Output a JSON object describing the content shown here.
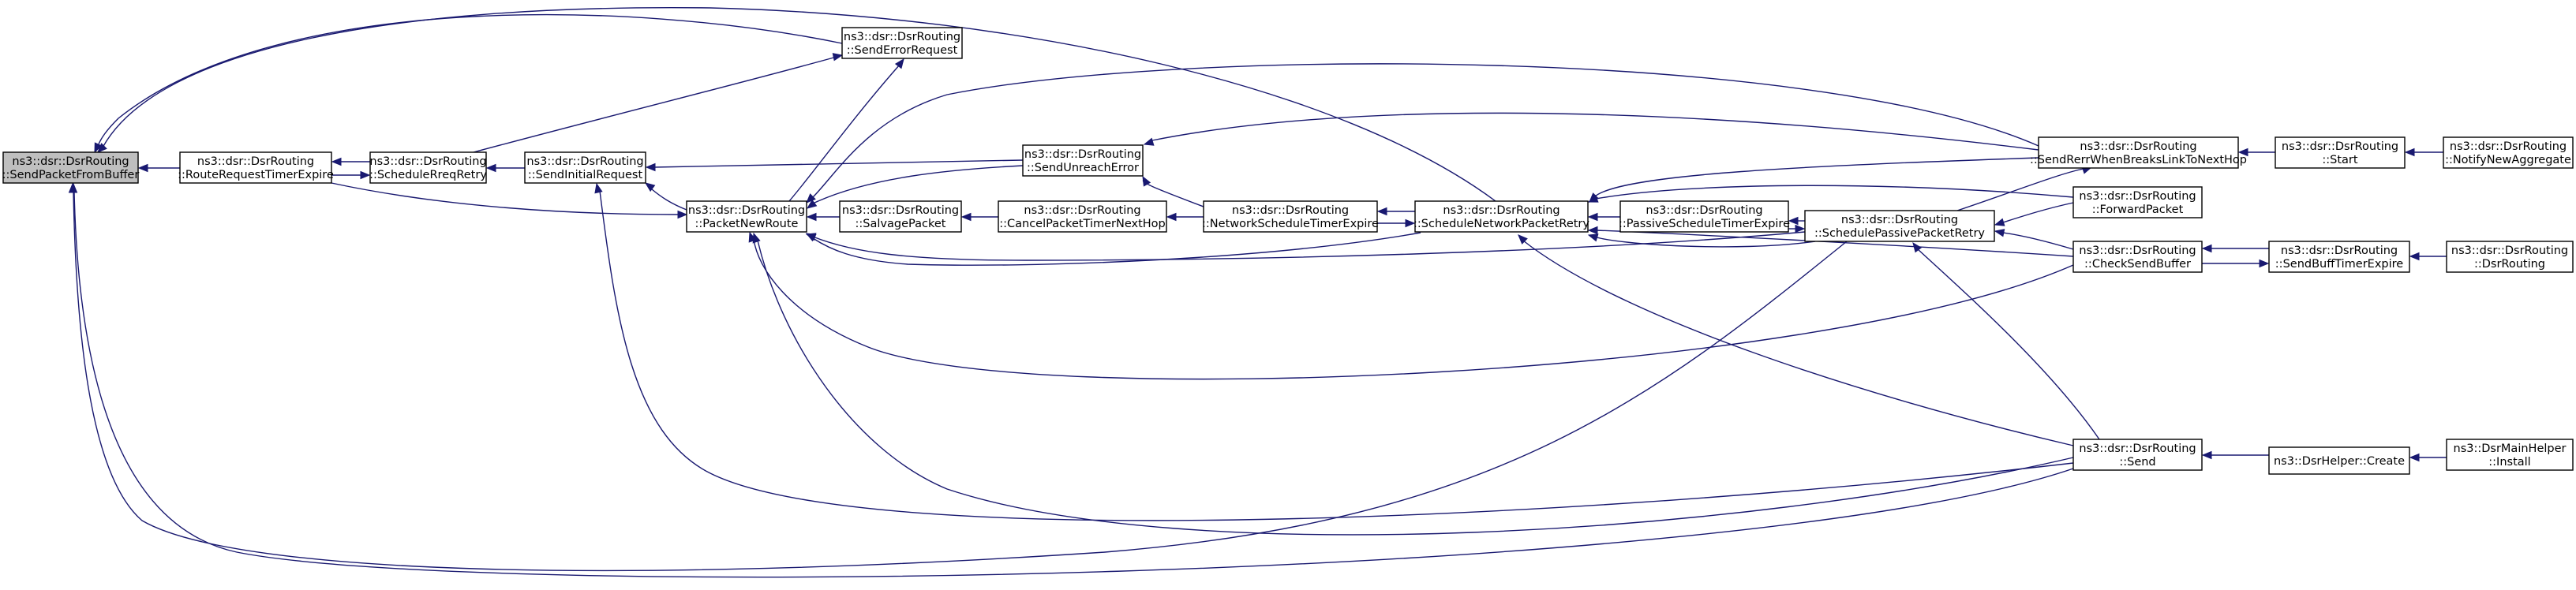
{
  "graph": {
    "nodes": [
      {
        "id": "root",
        "lines": [
          "ns3::dsr::DsrRouting",
          "::SendPacketFromBuffer"
        ],
        "highlighted": true
      },
      {
        "id": "rrte",
        "lines": [
          "ns3::dsr::DsrRouting",
          "::RouteRequestTimerExpire"
        ]
      },
      {
        "id": "srr",
        "lines": [
          "ns3::dsr::DsrRouting",
          "::ScheduleRreqRetry"
        ]
      },
      {
        "id": "sir",
        "lines": [
          "ns3::dsr::DsrRouting",
          "::SendInitialRequest"
        ]
      },
      {
        "id": "pnr",
        "lines": [
          "ns3::dsr::DsrRouting",
          "::PacketNewRoute"
        ]
      },
      {
        "id": "ser",
        "lines": [
          "ns3::dsr::DsrRouting",
          "::SendErrorRequest"
        ]
      },
      {
        "id": "sue",
        "lines": [
          "ns3::dsr::DsrRouting",
          "::SendUnreachError"
        ]
      },
      {
        "id": "sp",
        "lines": [
          "ns3::dsr::DsrRouting",
          "::SalvagePacket"
        ]
      },
      {
        "id": "cptn",
        "lines": [
          "ns3::dsr::DsrRouting",
          "::CancelPacketTimerNextHop"
        ]
      },
      {
        "id": "nste",
        "lines": [
          "ns3::dsr::DsrRouting",
          "::NetworkScheduleTimerExpire"
        ]
      },
      {
        "id": "snpr",
        "lines": [
          "ns3::dsr::DsrRouting",
          "::ScheduleNetworkPacketRetry"
        ]
      },
      {
        "id": "pste",
        "lines": [
          "ns3::dsr::DsrRouting",
          "::PassiveScheduleTimerExpire"
        ]
      },
      {
        "id": "sppr",
        "lines": [
          "ns3::dsr::DsrRouting",
          "::SchedulePassivePacketRetry"
        ]
      },
      {
        "id": "srwb",
        "lines": [
          "ns3::dsr::DsrRouting",
          "::SendRerrWhenBreaksLinkToNextHop"
        ]
      },
      {
        "id": "fp",
        "lines": [
          "ns3::dsr::DsrRouting",
          "::ForwardPacket"
        ]
      },
      {
        "id": "csb",
        "lines": [
          "ns3::dsr::DsrRouting",
          "::CheckSendBuffer"
        ]
      },
      {
        "id": "send",
        "lines": [
          "ns3::dsr::DsrRouting",
          "::Send"
        ]
      },
      {
        "id": "start",
        "lines": [
          "ns3::dsr::DsrRouting",
          "::Start"
        ]
      },
      {
        "id": "nna",
        "lines": [
          "ns3::dsr::DsrRouting",
          "::NotifyNewAggregate"
        ]
      },
      {
        "id": "sbte",
        "lines": [
          "ns3::dsr::DsrRouting",
          "::SendBuffTimerExpire"
        ]
      },
      {
        "id": "dsrr",
        "lines": [
          "ns3::dsr::DsrRouting",
          "::DsrRouting"
        ]
      },
      {
        "id": "hcreate",
        "lines": [
          "ns3::DsrHelper::Create"
        ]
      },
      {
        "id": "minstall",
        "lines": [
          "ns3::DsrMainHelper",
          "::Install"
        ]
      }
    ]
  },
  "colors": {
    "edge": "#191970",
    "node_fill": "#ffffff",
    "root_fill": "#bfbfbf",
    "border": "#000000"
  }
}
